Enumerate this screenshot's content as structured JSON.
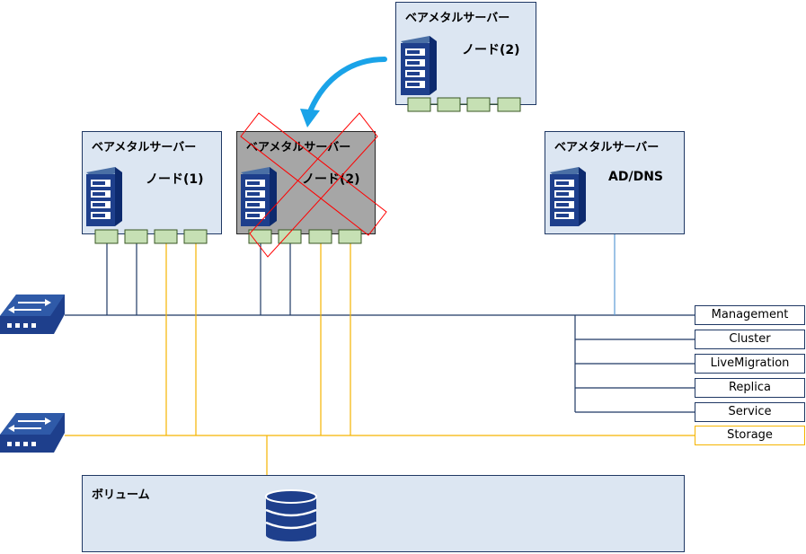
{
  "servers": {
    "top": {
      "title": "ベアメタルサーバー",
      "node": "ノード(2)"
    },
    "node1": {
      "title": "ベアメタルサーバー",
      "node": "ノード(1)"
    },
    "node2_failed": {
      "title": "ベアメタルサーバー",
      "node": "ノード(2)"
    },
    "addns": {
      "title": "ベアメタルサーバー",
      "node": "AD/DNS"
    }
  },
  "networks": [
    "Management",
    "Cluster",
    "LiveMigration",
    "Replica",
    "Service",
    "Storage"
  ],
  "volume": {
    "title": "ボリューム"
  },
  "colors": {
    "box_fill": "#dce6f2",
    "failed_fill": "#a6a6a6",
    "nic_fill": "#c6e0b4",
    "line_navy": "#1f3864",
    "line_storage": "#f5b400",
    "arrow": "#1aa3e8",
    "cross": "#ff0000"
  }
}
